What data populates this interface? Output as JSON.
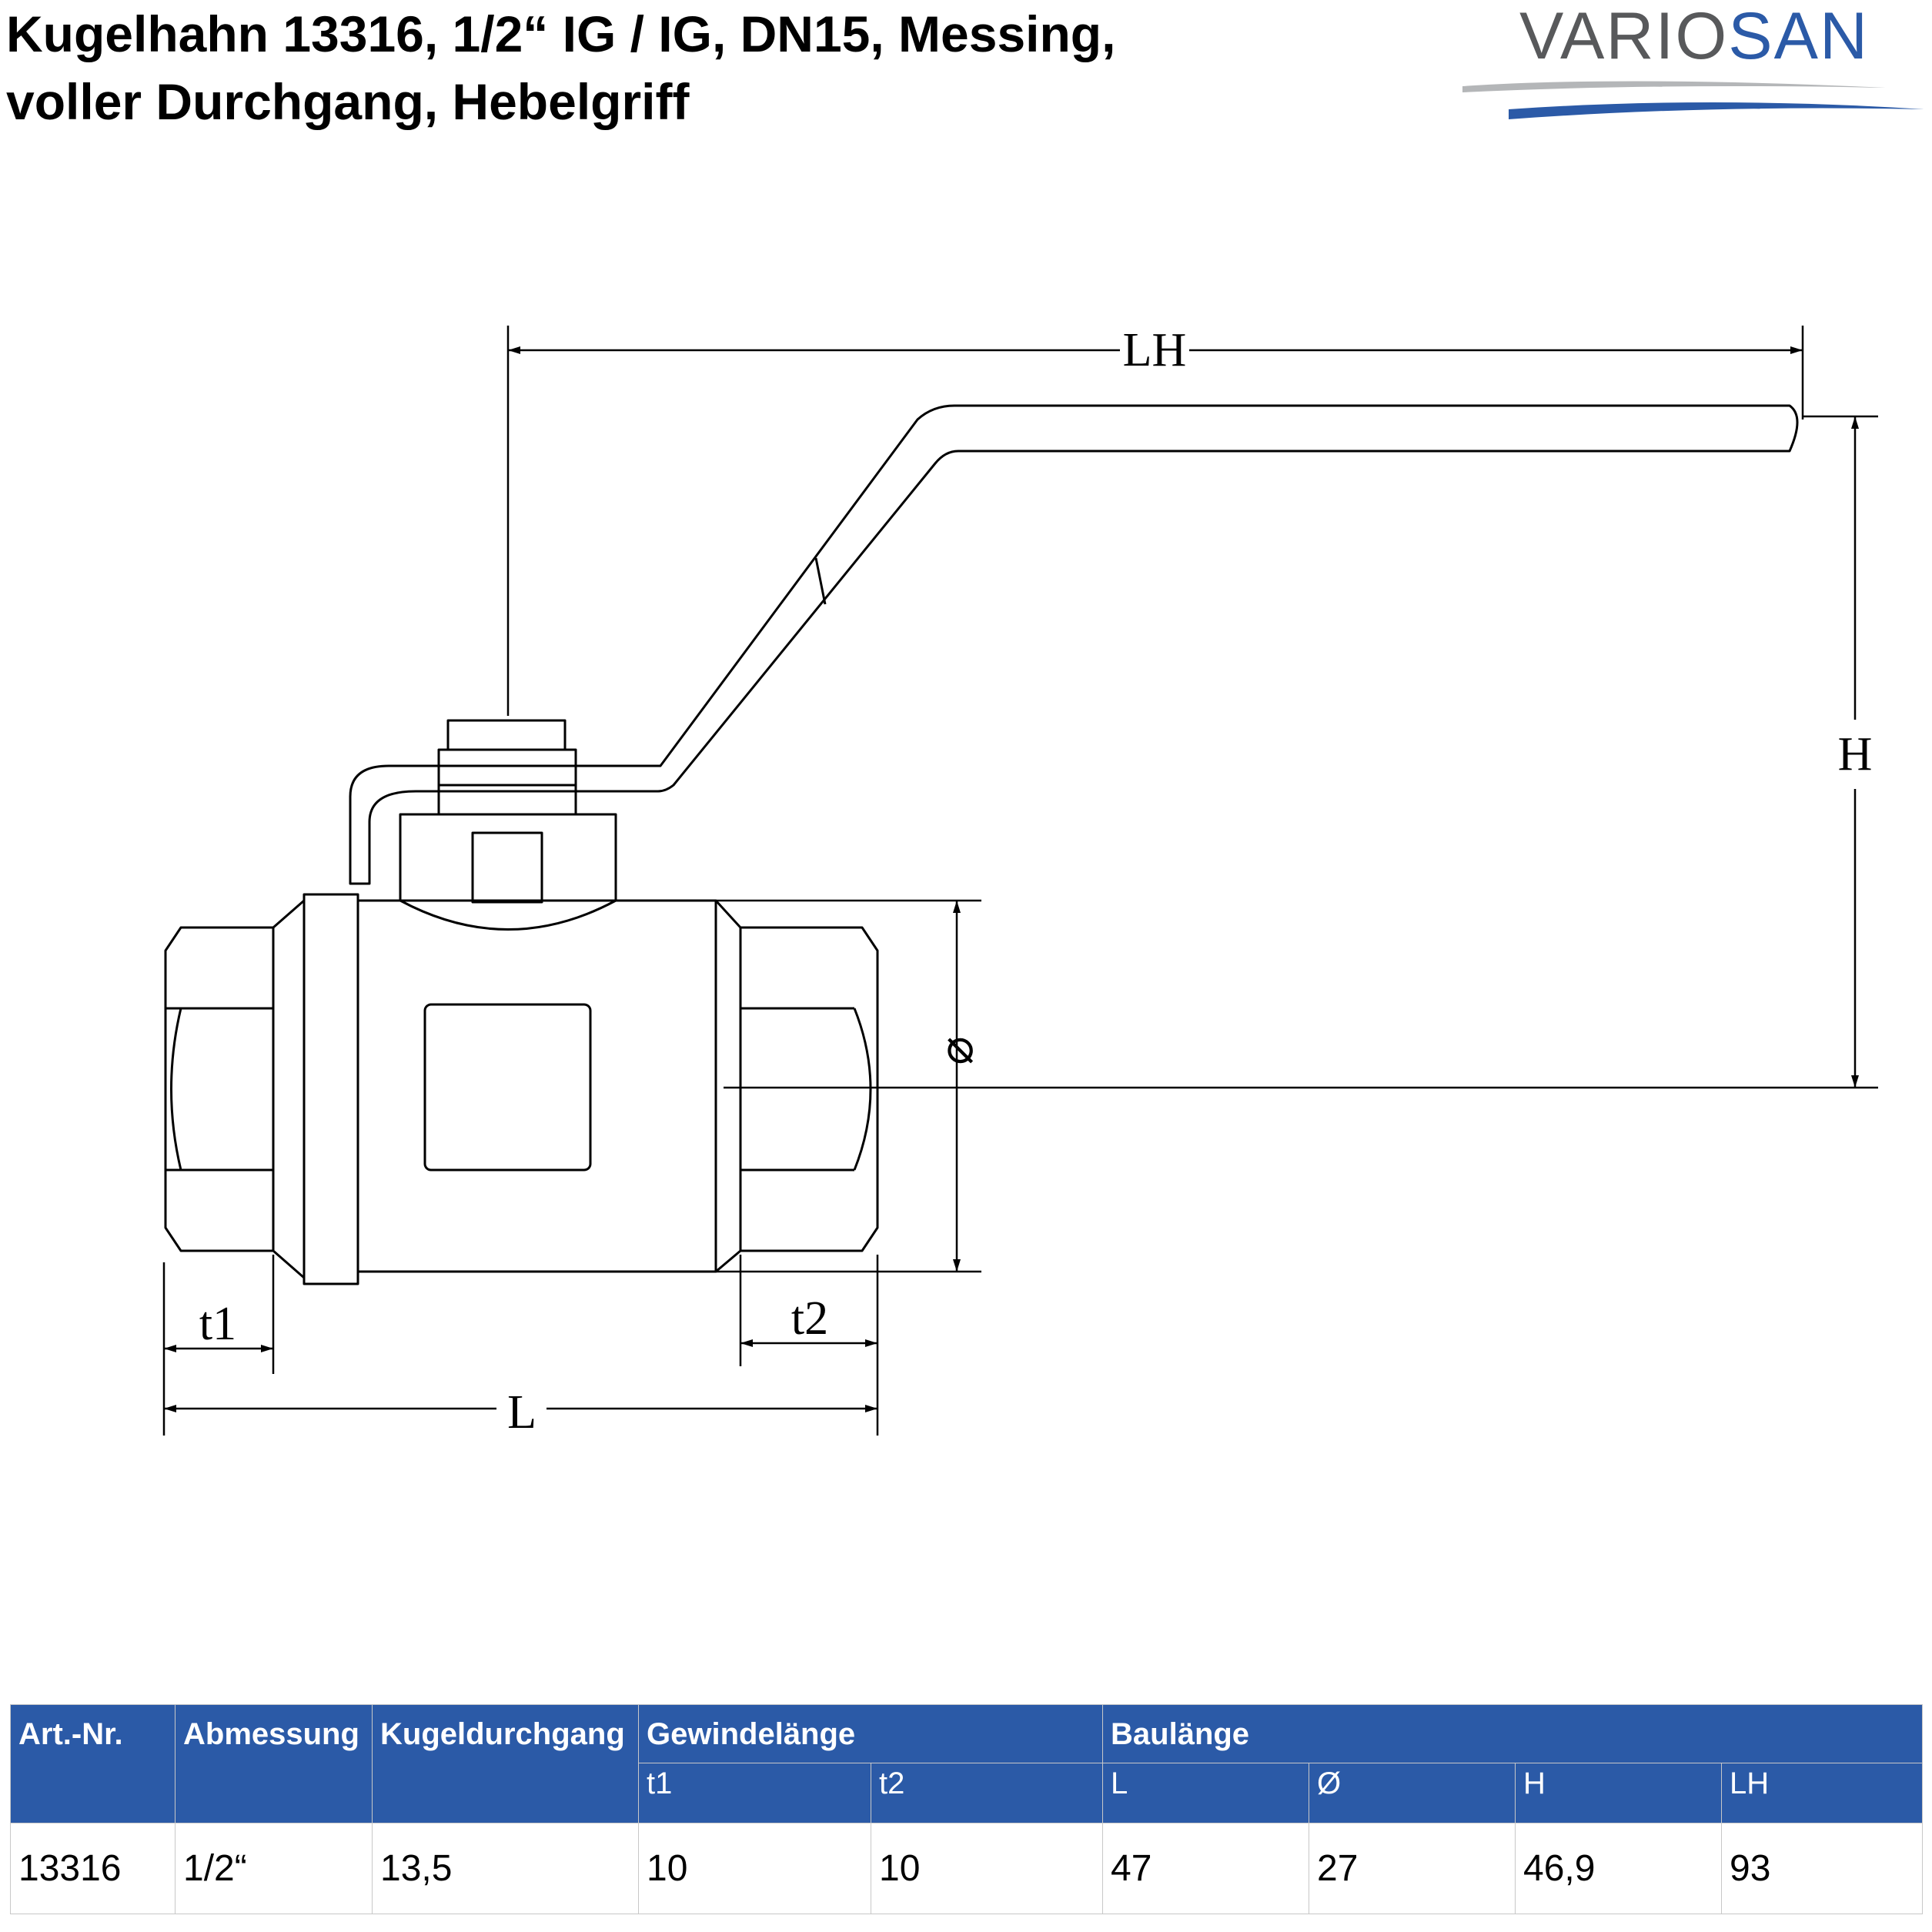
{
  "title": "Kugelhahn 13316, 1/2“ IG / IG, DN15, Messing,\nvoller Durchgang, Hebelgriff",
  "logo": {
    "text_vario": "VARIO",
    "text_san": "SAN",
    "color_grey": "#58595b",
    "color_blue": "#2b5aa7"
  },
  "drawing": {
    "labels": {
      "lh": "LH",
      "h": "H",
      "diameter": "⌀",
      "t1": "t1",
      "t2": "t2",
      "l": "L"
    }
  },
  "table": {
    "header_color": "#2b5aa7",
    "headers": {
      "art_nr": "Art.-Nr.",
      "abmessung": "Abmessung",
      "kugeldurchgang": "Kugeldurchgang",
      "gewindelaenge": "Gewindelänge",
      "baulaenge": "Baulänge"
    },
    "subheaders": {
      "t1": "t1",
      "t2": "t2",
      "l": "L",
      "d": "Ø",
      "h": "H",
      "lh": "LH"
    },
    "row": {
      "art_nr": "13316",
      "abmessung": "1/2“",
      "kugeldurchgang": "13,5",
      "t1": "10",
      "t2": "10",
      "l": "47",
      "d": "27",
      "h": "46,9",
      "lh": "93"
    }
  }
}
